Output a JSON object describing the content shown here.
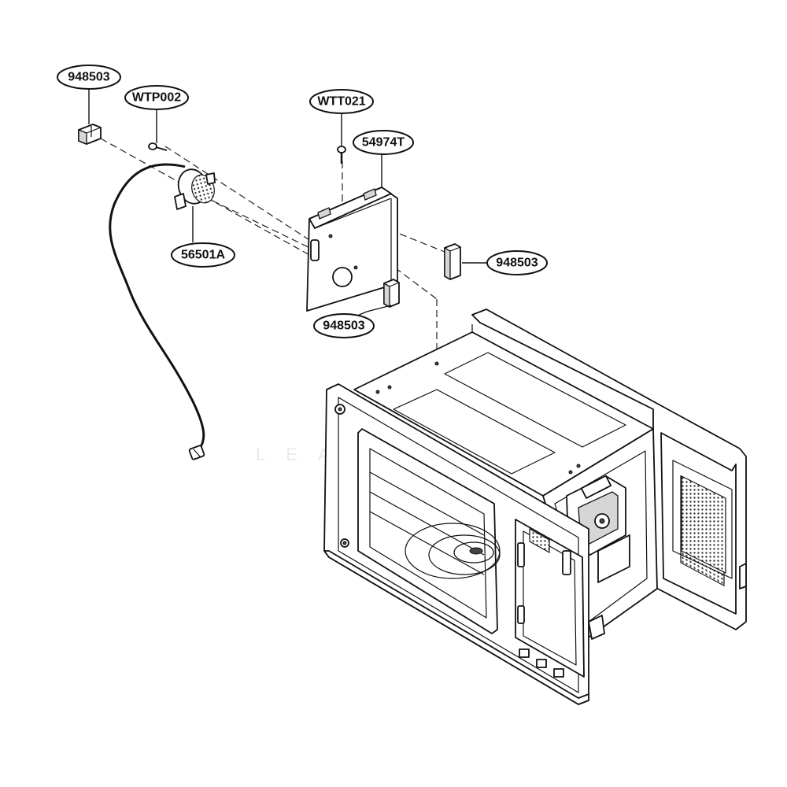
{
  "diagram": {
    "callouts": [
      {
        "id": "948503-top",
        "label": "948503"
      },
      {
        "id": "wtp002",
        "label": "WTP002"
      },
      {
        "id": "wtt021",
        "label": "WTT021"
      },
      {
        "id": "54974t",
        "label": "54974T"
      },
      {
        "id": "56501a",
        "label": "56501A"
      },
      {
        "id": "948503-right",
        "label": "948503"
      },
      {
        "id": "948503-bottom",
        "label": "948503"
      }
    ],
    "watermark": "LEADING PARTS"
  }
}
